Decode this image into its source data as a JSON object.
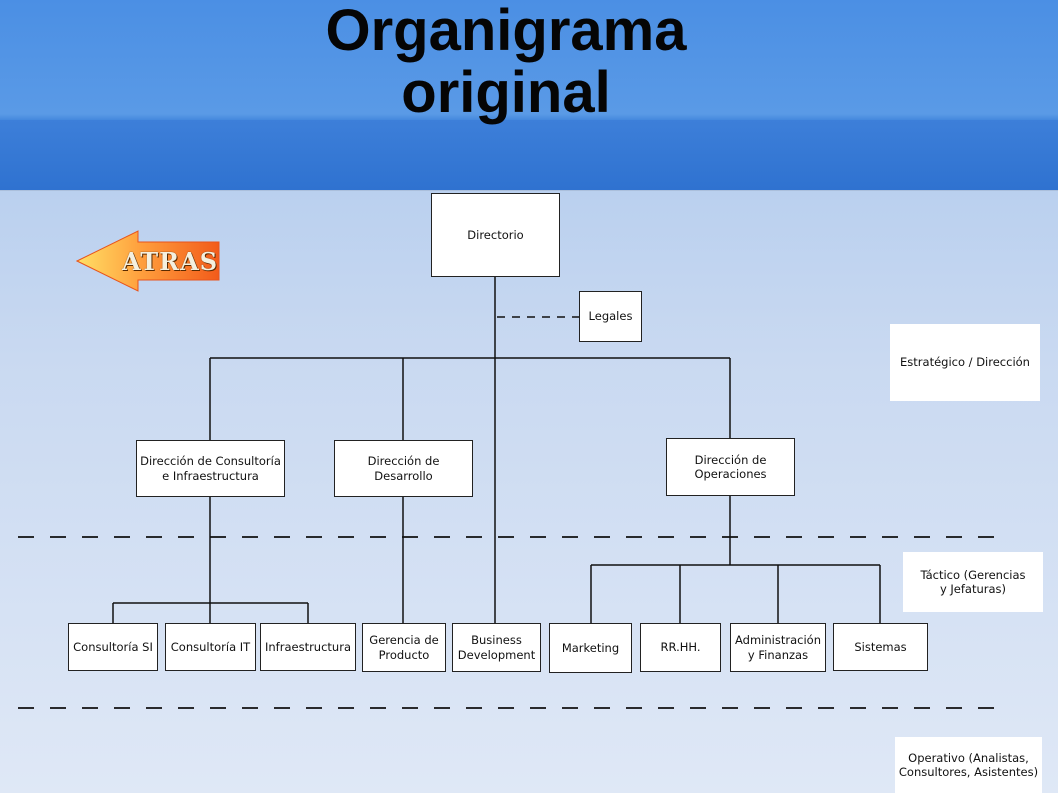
{
  "header": {
    "title_line1": "Organigrama",
    "title_line2": "original"
  },
  "navigation": {
    "back_label": "ATRAS",
    "back_icon": "left-arrow-icon"
  },
  "levels": {
    "strategic": "Estratégico / Dirección",
    "tactical": "Táctico (Gerencias\ny Jefaturas)",
    "operational": "Operativo (Analistas,\nConsultores, Asistentes)"
  },
  "org": {
    "directorio": "Directorio",
    "legales": "Legales",
    "dir_consultoria": "Dirección de Consultoría\ne Infraestructura",
    "dir_desarrollo": "Dirección de\nDesarrollo",
    "dir_operaciones": "Dirección de\nOperaciones",
    "consultoria_si": "Consultoría SI",
    "consultoria_it": "Consultoría IT",
    "infraestructura": "Infraestructura",
    "gerencia_producto": "Gerencia de\nProducto",
    "business_development": "Business\nDevelopment",
    "marketing": "Marketing",
    "rrhh": "RR.HH.",
    "administracion": "Administración\ny Finanzas",
    "sistemas": "Sistemas"
  },
  "colors": {
    "header_blue": "#3f84db",
    "background_light_blue": "#c9d9f1",
    "arrow_orange": "#f2661e",
    "arrow_yellow": "#ffd54a"
  }
}
